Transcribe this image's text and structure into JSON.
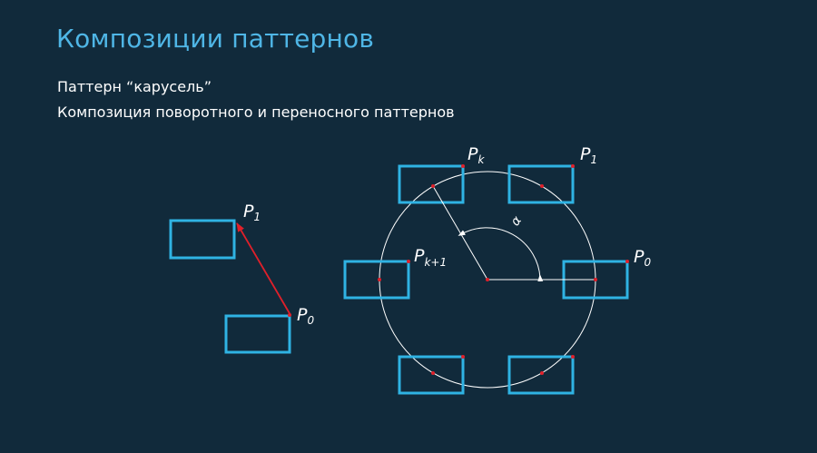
{
  "title": "Композиции паттернов",
  "subtitle_lines": [
    "Паттерн “карусель”",
    "Композиция поворотного и переносного паттернов"
  ],
  "colors": {
    "background": "#112a3b",
    "title": "#4fb6e6",
    "rectangle": "#2fb3e3",
    "arrow": "#e0202a",
    "circle": "#ffffff",
    "text": "#ffffff"
  },
  "labels": {
    "p1_left": {
      "base": "P",
      "sub": "1"
    },
    "p0_left": {
      "base": "P",
      "sub": "0"
    },
    "pk": {
      "base": "P",
      "sub": "k"
    },
    "p1_right": {
      "base": "P",
      "sub": "1"
    },
    "p0_right": {
      "base": "P",
      "sub": "0"
    },
    "pk1": {
      "base": "P",
      "sub": "k+1"
    },
    "angle": "α"
  }
}
